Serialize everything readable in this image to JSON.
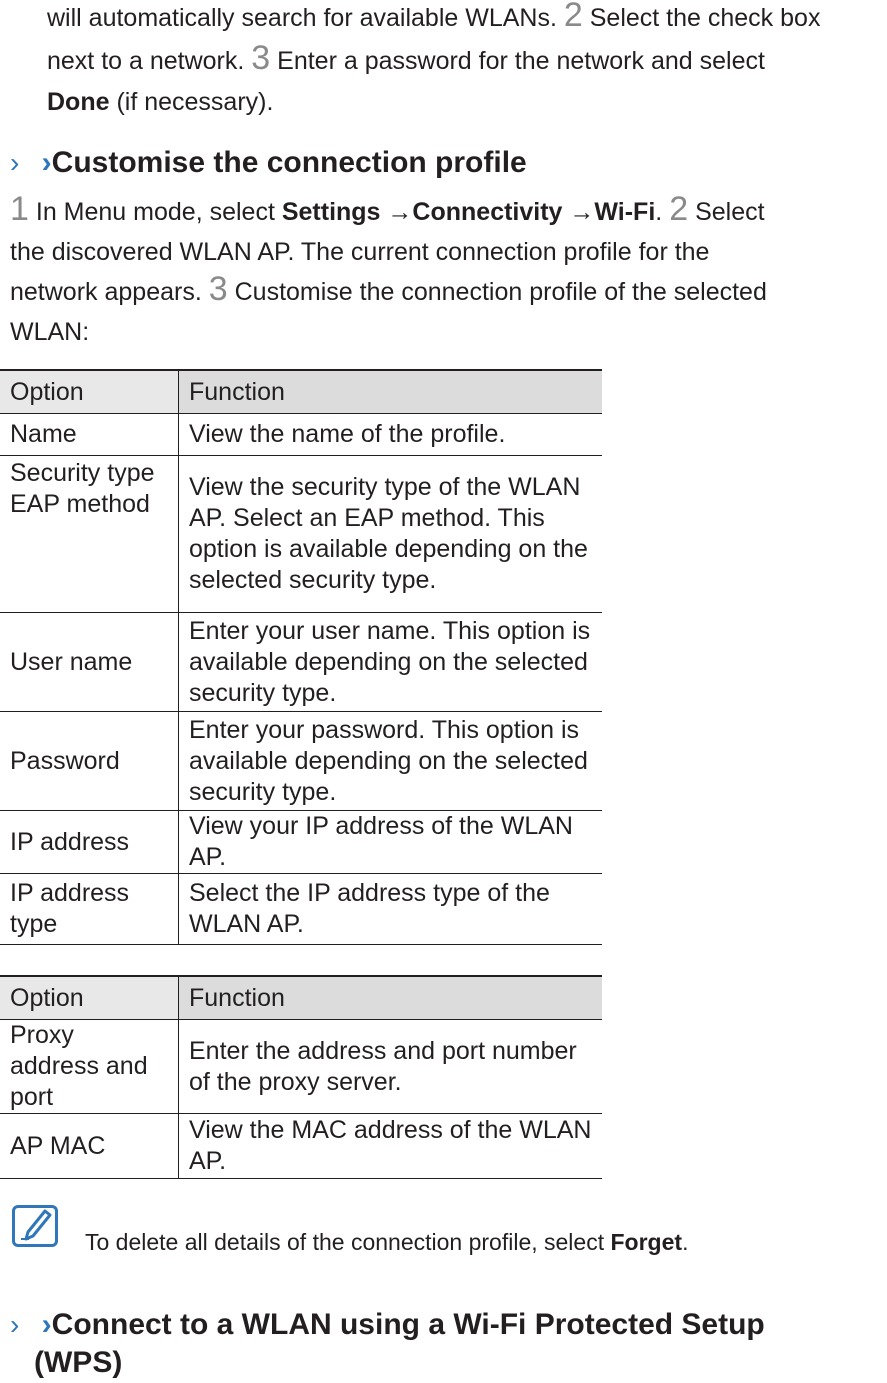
{
  "intro": {
    "line1_text": "will automatically search for available WLANs.",
    "step2_number": "2",
    "step2_text": "Select the check box",
    "line2_text": "next to a network.",
    "step3_number": "3",
    "step3_text": "Enter a password for the network and select",
    "done_label": "Done",
    "done_suffix": "(if necessary)."
  },
  "section1": {
    "chevron": "›",
    "title_chevron": "›",
    "title": "Customise the connection profile",
    "step1_number": "1",
    "step1_text": "In Menu mode, select",
    "settings": "Settings",
    "arrow1": "→",
    "connectivity": "Connectivity",
    "arrow2": "→",
    "wifi": "Wi-Fi",
    "period": ".",
    "step2_number": "2",
    "step2_text": "Select",
    "line2": "the discovered WLAN AP. The current connection profile for the",
    "line3_text": "network appears.",
    "step3_number": "3",
    "step3_text": "Customise the connection profile of the selected",
    "line4": "WLAN:"
  },
  "table1": {
    "headers": [
      "Option",
      "Function"
    ],
    "rows": [
      {
        "option": "Name",
        "function": "View the name of the profile."
      },
      {
        "option": "Security type EAP method",
        "function": "View the security type of the WLAN AP. Select an EAP method. This option is available depending on the selected security type."
      },
      {
        "option": "User name",
        "function": "Enter your user name. This option is available depending on the selected security type."
      },
      {
        "option": "Password",
        "function": "Enter your password. This option is available depending on the selected security type."
      },
      {
        "option": "IP address",
        "function": "View your IP address of the WLAN AP."
      },
      {
        "option": "IP address type",
        "function": "Select the IP address type of the WLAN AP."
      }
    ]
  },
  "table2": {
    "headers": [
      "Option",
      "Function"
    ],
    "rows": [
      {
        "option": "Proxy address and port",
        "function": "Enter the address and port number of the proxy server."
      },
      {
        "option": "AP MAC",
        "function": "View the MAC address of the WLAN AP."
      }
    ]
  },
  "note": {
    "icon": "note-pencil-icon",
    "text": "To delete all details of the connection profile, select",
    "forget": "Forget",
    "period": "."
  },
  "section2": {
    "chevron": "›",
    "title_chevron": "›",
    "title_line1": "Connect to a WLAN using a Wi-Fi Protected Setup",
    "title_line2": "(WPS)"
  },
  "colors": {
    "accent": "#2f77b8",
    "step_number": "#8a8a8a",
    "header_bg": "#dcdcdc"
  }
}
